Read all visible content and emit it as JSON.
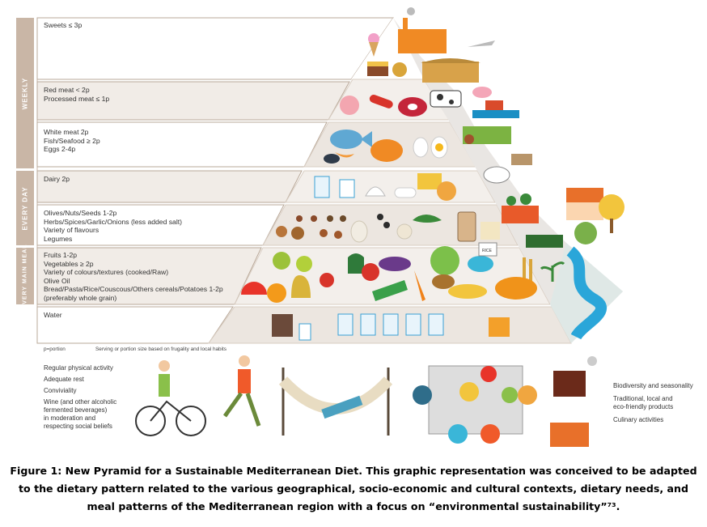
{
  "side_labels": {
    "weekly": "WEEKLY",
    "every_day": "EVERY DAY",
    "every_main_meal": "EVERY MAIN MEAL"
  },
  "tiers": {
    "sweets": "Sweets ≤ 3p",
    "meat": "Red meat < 2p\nProcessed meat ≤ 1p",
    "white_meat": "White meat 2p\nFish/Seafood ≥ 2p\nEggs 2-4p",
    "dairy": "Dairy 2p",
    "olives": "Olives/Nuts/Seeds 1-2p\nHerbs/Spices/Garlic/Onions (less added salt)\nVariety of flavours\nLegumes",
    "fruits": "Fruits 1-2p\nVegetables ≥ 2p\nVariety of colours/textures (cooked/Raw)\nOlive Oil\nBread/Pasta/Rice/Couscous/Others cereals/Potatoes 1-2p\n(preferably whole grain)",
    "water": "Water"
  },
  "footnote": {
    "portion": "p=portion",
    "serving": "Serving or portion size based on frugality and local habits"
  },
  "lifestyle": [
    "Regular physical activity",
    "Adequate rest",
    "Conviviality",
    "Wine (and other alcoholic\nfermented beverages)\nin moderation and\nrespecting social beliefs"
  ],
  "sustainability": [
    "Biodiversity and seasonality",
    "Traditional, local and\neco-friendly products",
    "Culinary activities"
  ],
  "rice_label": "RICE",
  "caption": "Figure 1: New Pyramid for a Sustainable Mediterranean Diet. This graphic representation was conceived to be adapted to the dietary pattern related to the various geographical, socio-economic and cultural contexts, dietary needs, and meal patterns of the Mediterranean region with a focus on “environmental sustainability”⁷³.",
  "colors": {
    "band": "#c9b6a6",
    "tier_fill": "#f1ece7",
    "tier_line": "#b9a898",
    "water_blue": "#2aa6d9",
    "road": "#8a8c8f"
  }
}
